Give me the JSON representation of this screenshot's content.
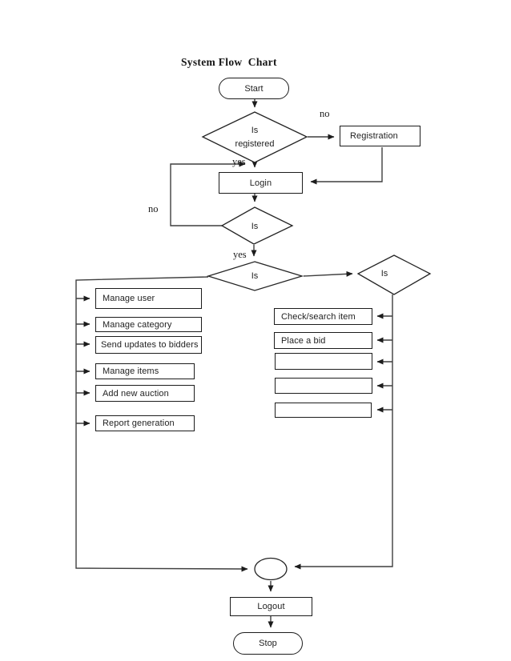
{
  "title": "System Flow  Chart",
  "colors": {
    "background": "#ffffff",
    "line": "#3f3f3f",
    "node_border": "#1c1c1c",
    "text": "#1f1f1f"
  },
  "nodes": {
    "start": "Start",
    "decision_registered_line1": "Is",
    "decision_registered_line2": "registered",
    "registration": "Registration",
    "login": "Login",
    "decision_login_ok": "Is",
    "decision_role": "Is",
    "decision_bidder": "Is",
    "logout": "Logout",
    "stop": "Stop"
  },
  "edge_labels": {
    "registered_no": "no",
    "registered_yes": "yes",
    "login_no": "no",
    "login_yes": "yes"
  },
  "admin_actions": [
    "Manage user",
    "Manage category",
    "Send updates to bidders",
    "Manage items",
    "Add new auction",
    "Report generation"
  ],
  "bidder_actions": [
    "Check/search item",
    "Place a bid",
    "",
    "",
    ""
  ]
}
